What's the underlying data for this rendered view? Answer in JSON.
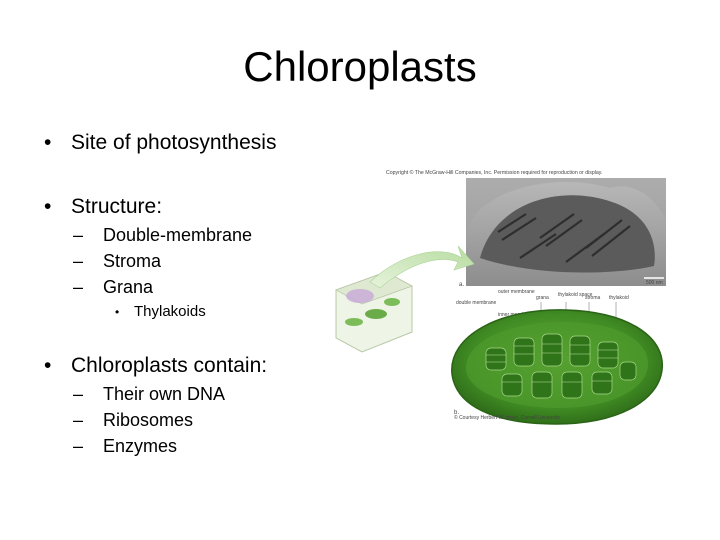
{
  "slide": {
    "title": "Chloroplasts",
    "bullets": {
      "site": "Site of photosynthesis",
      "structure": "Structure:",
      "structure_items": [
        "Double-membrane",
        "Stroma",
        "Grana"
      ],
      "grana_sub": "Thylakoids",
      "contain": "Chloroplasts contain:",
      "contain_items": [
        "Their own DNA",
        "Ribosomes",
        "Enzymes"
      ]
    },
    "bullet_symbol": "•",
    "dash_symbol": "–"
  },
  "figure": {
    "copyright": "Copyright © The McGraw-Hill Companies, Inc. Permission required for reproduction or display.",
    "panel_a": "a.",
    "panel_b": "b.",
    "scale_bar": "500 nm",
    "labels": {
      "outer_membrane": "outer membrane",
      "inner_membrane": "inner membrane",
      "double_membrane": "double membrane",
      "grana": "grana",
      "thylakoid_space": "thylakoid space",
      "stroma": "stroma",
      "thylakoid": "thylakoid"
    },
    "credit": "© Courtesy Herbert W. Israel, Cornell University",
    "colors": {
      "chloroplast_green": "#3f8a23",
      "em_gray": "#8a8a8a",
      "cell_green": "#9fc98a",
      "arrow_green": "#cfe8c0"
    }
  }
}
